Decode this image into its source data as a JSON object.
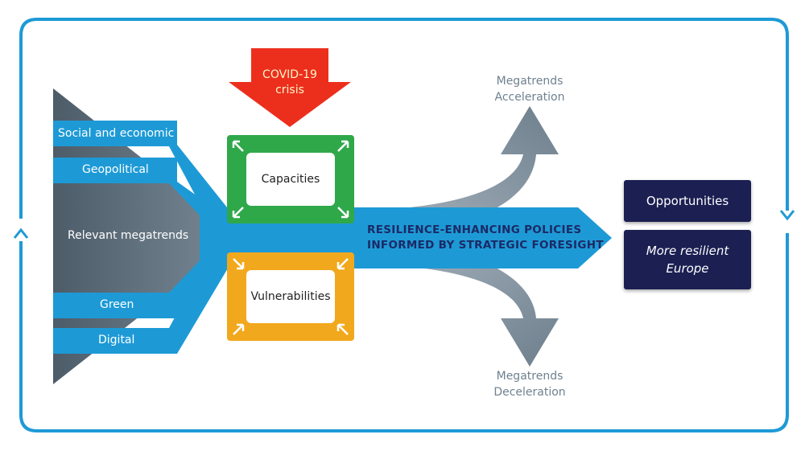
{
  "crisis": {
    "label_line1": "COVID-19",
    "label_line2": "crisis"
  },
  "megatrends": {
    "main_label": "Relevant megatrends",
    "bands": [
      "Social and economic",
      "Geopolitical",
      "Green",
      "Digital"
    ]
  },
  "boxes": {
    "capacities": "Capacities",
    "vulnerabilities": "Vulnerabilities"
  },
  "policy": {
    "line1": "RESILIENCE-ENHANCING POLICIES",
    "line2": "INFORMED BY STRATEGIC FORESIGHT"
  },
  "acceleration": {
    "line1": "Megatrends",
    "line2": "Acceleration"
  },
  "deceleration": {
    "line1": "Megatrends",
    "line2": "Deceleration"
  },
  "outcomes": {
    "opportunities": "Opportunities",
    "resilient_line1": "More resilient",
    "resilient_line2": "Europe"
  },
  "colors": {
    "blue": "#1d9ad6",
    "frame": "#1e9ad6",
    "green": "#2fa84a",
    "orange": "#f2a81d",
    "red": "#ec2f1d",
    "grey": "#6e7f8d",
    "navy": "#1b1f52",
    "policy_text": "#1b2a66"
  }
}
